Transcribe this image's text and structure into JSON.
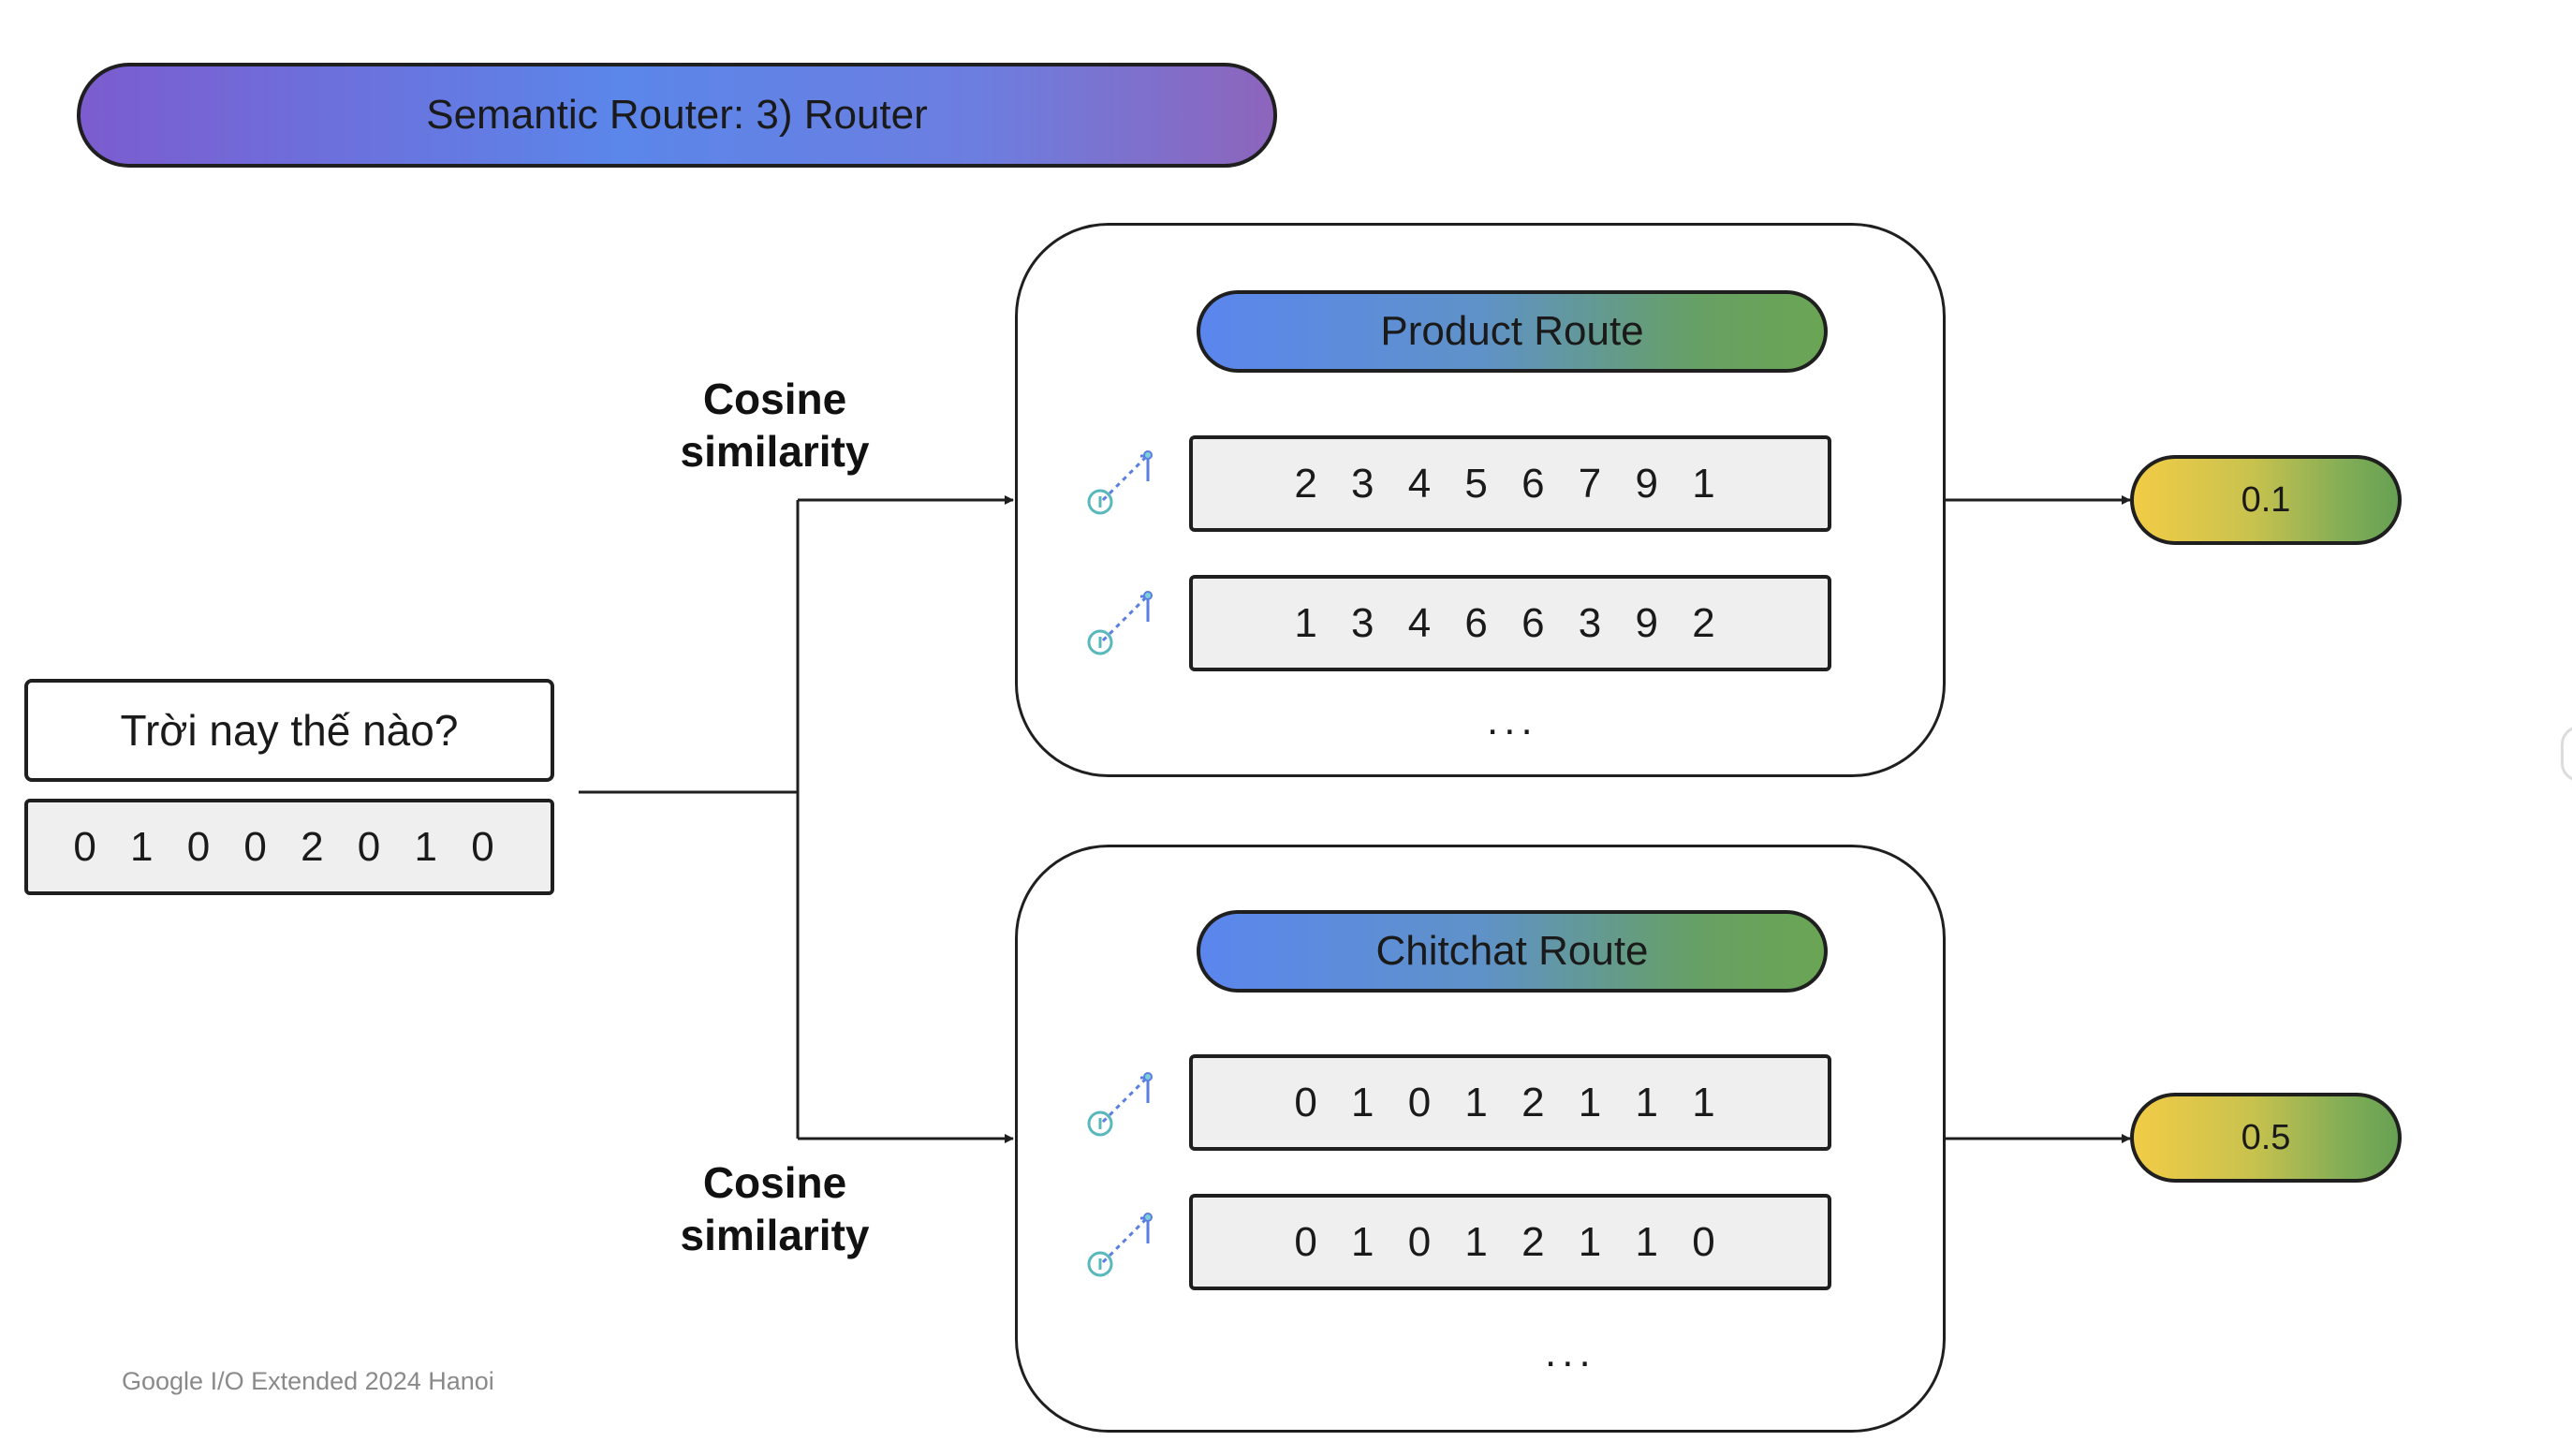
{
  "title": "Semantic Router: 3) Router",
  "query": {
    "text": "Trời nay thế nào?",
    "vector": "0 1 0 0 2 0 1 0"
  },
  "similarity_labels": [
    {
      "line1": "Cosine",
      "line2": "similarity"
    },
    {
      "line1": "Cosine",
      "line2": "similarity"
    }
  ],
  "routes": [
    {
      "name": "Product Route",
      "vectors": [
        "2 3 4 5 6 7 9 1",
        "1 3 4 6 6 3 9 2"
      ],
      "more": "...",
      "score": "0.1"
    },
    {
      "name": "Chitchat Route",
      "vectors": [
        "0 1 0 1 2 1 1 1",
        "0 1 0 1 2 1 1 0"
      ],
      "more": "...",
      "score": "0.5"
    }
  ],
  "icons": [
    "vector-icon"
  ],
  "colors": {
    "title_gradient": [
      "#7c5ccf",
      "#5b86ea",
      "#8d65bc"
    ],
    "route_gradient": [
      "#5b86ee",
      "#6aa554"
    ],
    "score_gradient": [
      "#f2cc46",
      "#66a152"
    ],
    "vector_fill": "#efefef"
  },
  "footer": "Google I/O Extended 2024 Hanoi"
}
